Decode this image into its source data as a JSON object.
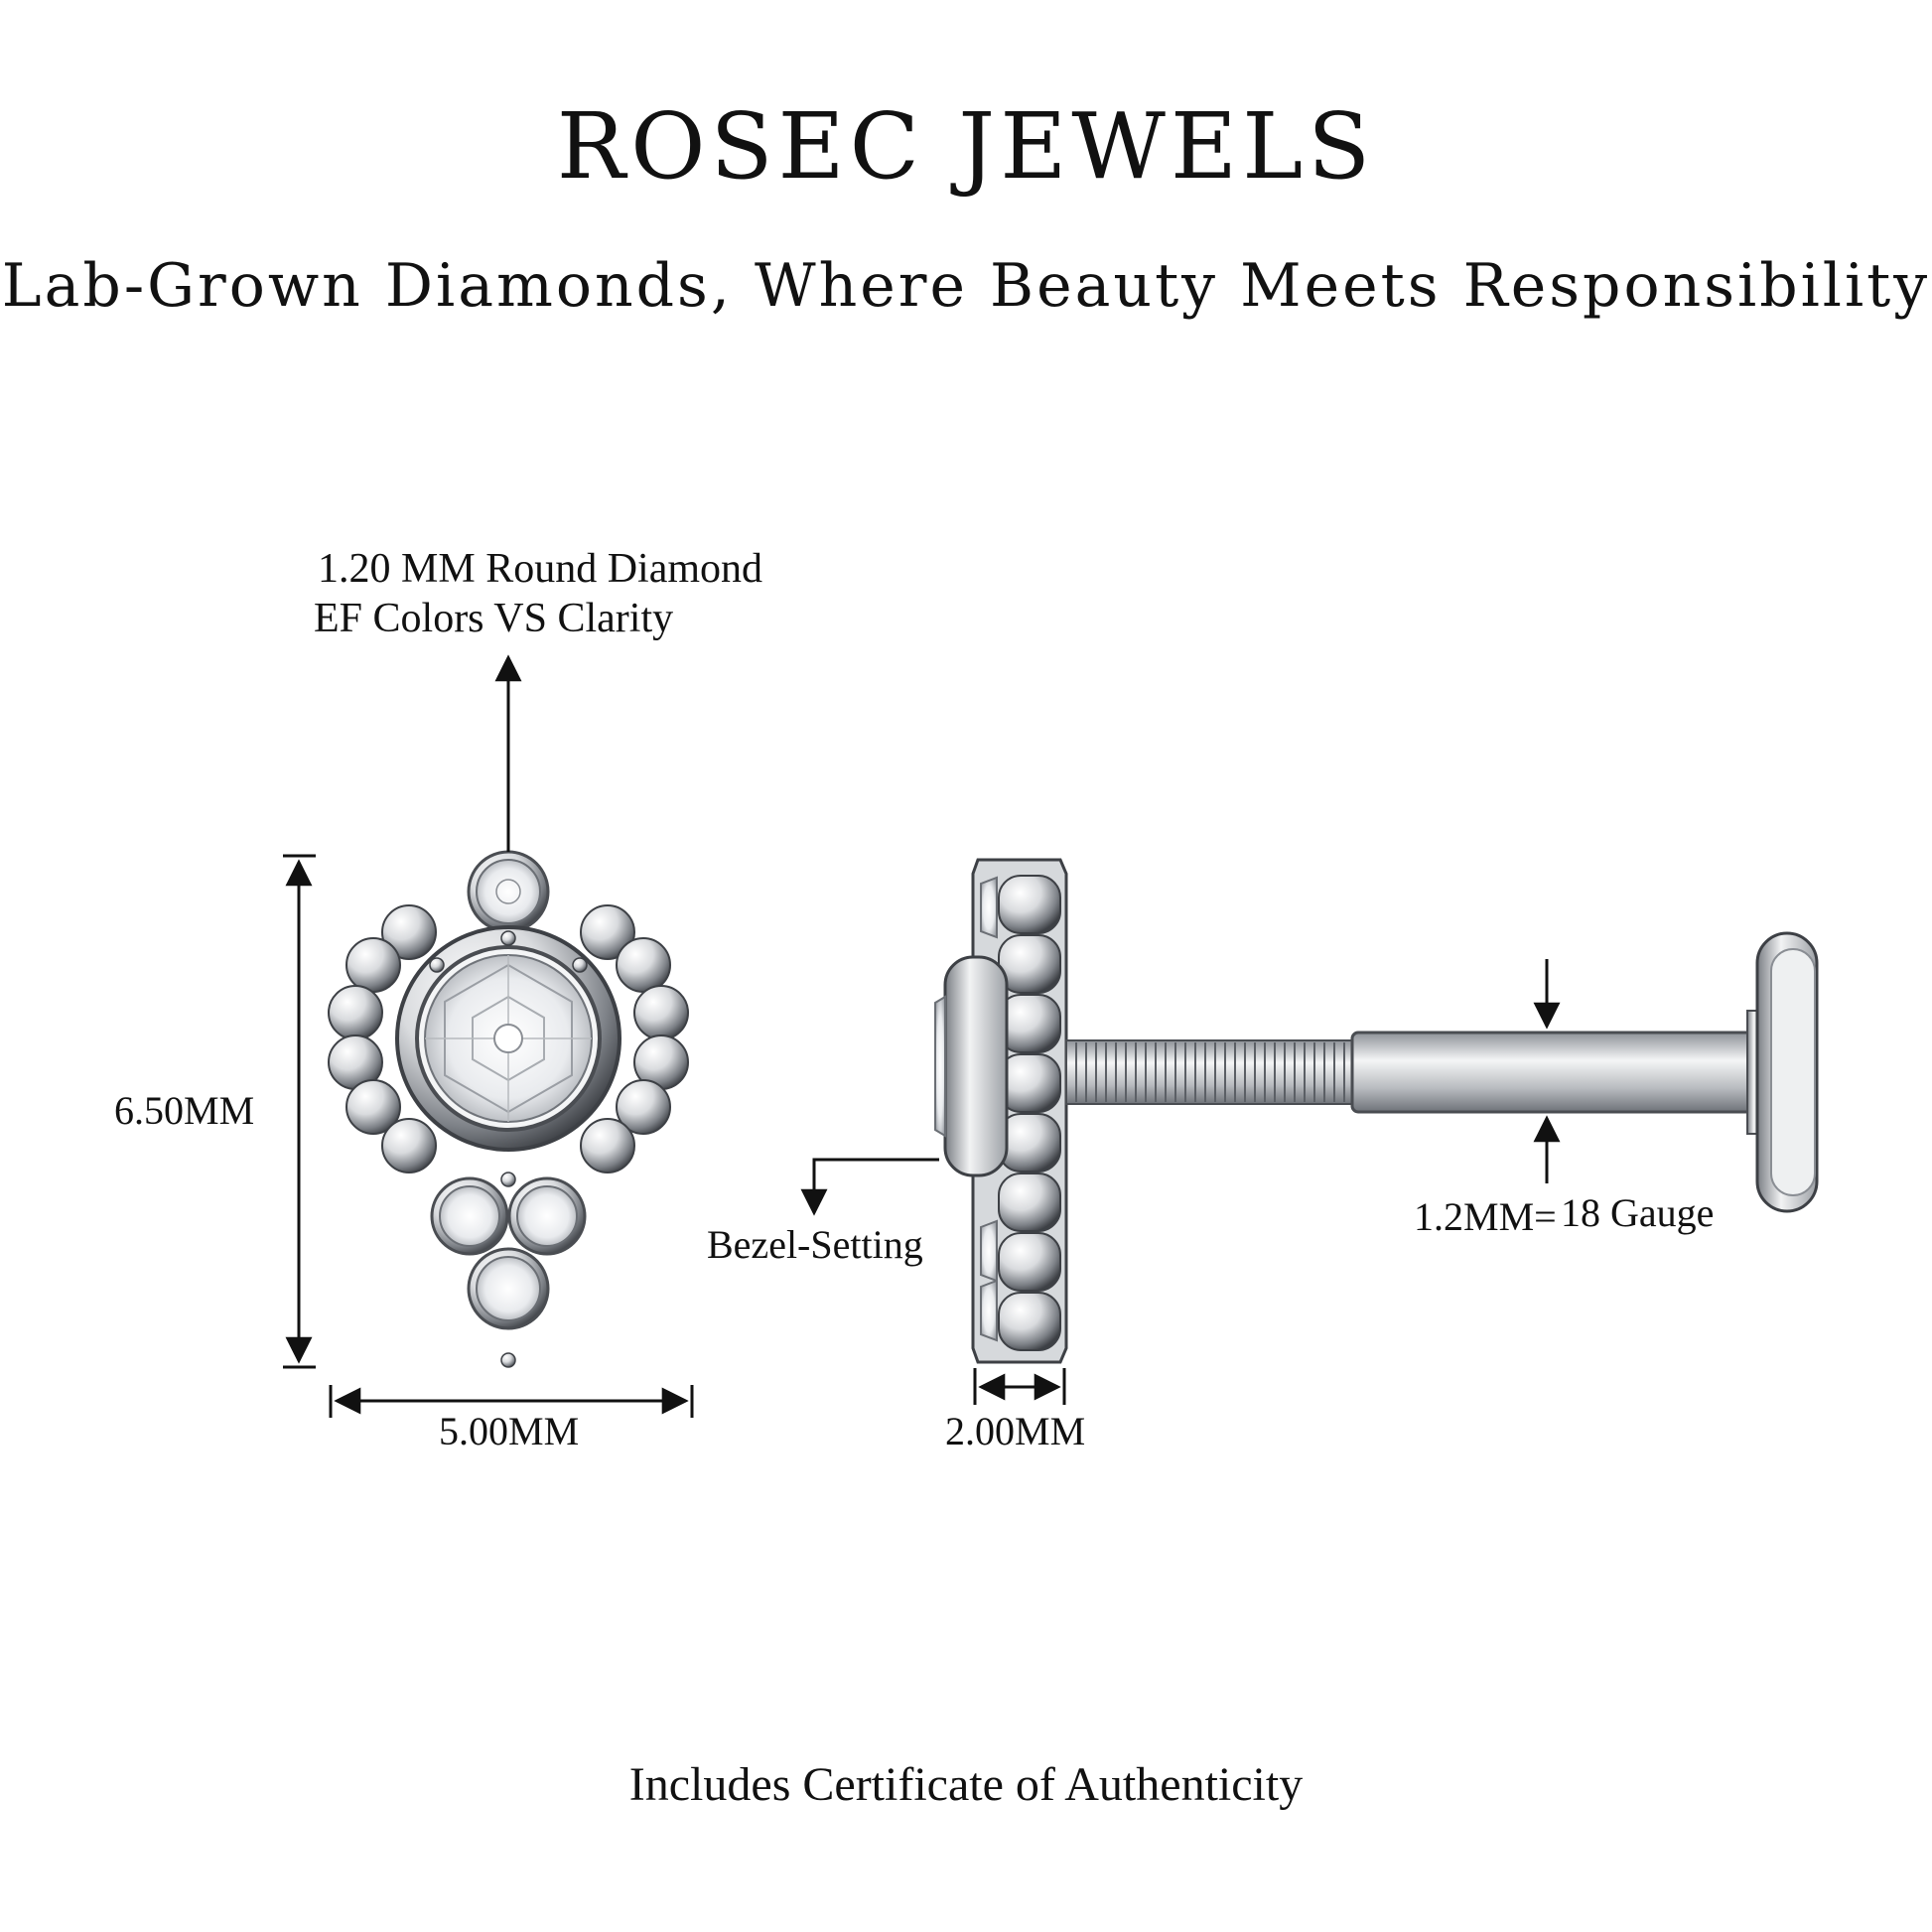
{
  "brand": {
    "name": "ROSEC JEWELS",
    "tagline": "Lab-Grown Diamonds, Where Beauty Meets Responsibility"
  },
  "front_view": {
    "stone_label_line1": "1.20 MM Round Diamond",
    "stone_label_line2": "EF Colors VS Clarity",
    "height_label": "6.50MM",
    "width_label": "5.00MM"
  },
  "side_view": {
    "setting_label": "Bezel-Setting",
    "depth_label": "2.00MM",
    "gauge_mm": "1.2MM=",
    "gauge_label": "18 Gauge"
  },
  "footer": {
    "certificate_text": "Includes Certificate of Authenticity"
  },
  "colors": {
    "text": "#111111",
    "metal": "#c9ccd0",
    "metal_dark": "#4a4d52",
    "background": "#ffffff"
  }
}
